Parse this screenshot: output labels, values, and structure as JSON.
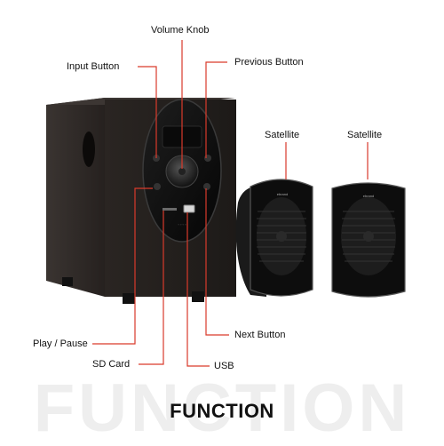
{
  "accent_color": "#d93a2b",
  "labels": {
    "volume_knob": "Volume Knob",
    "input_button": "Input Button",
    "previous_button": "Previous Button",
    "satellite_left": "Satellite",
    "satellite_right": "Satellite",
    "play_pause": "Play / Pause",
    "next_button": "Next Button",
    "sd_card": "SD Card",
    "usb": "USB"
  },
  "watermark_text": "FUNCTION",
  "heading": "FUNCTION"
}
